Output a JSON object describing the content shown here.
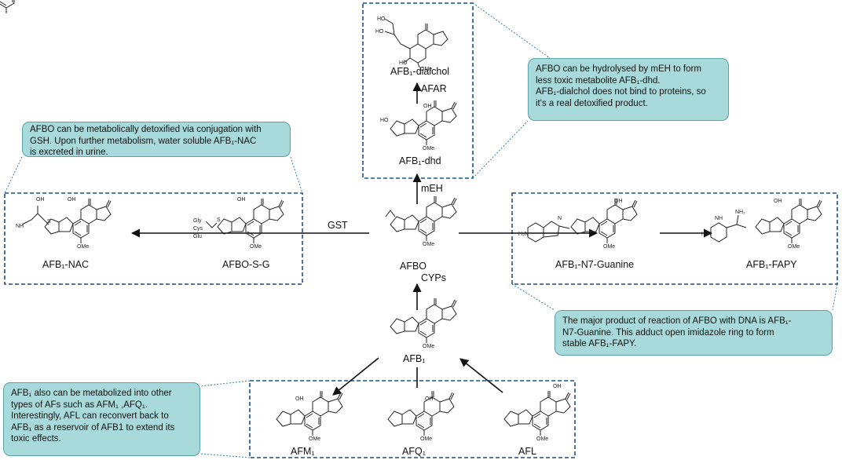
{
  "compounds": {
    "afb1": "AFB₁",
    "afbo": "AFBO",
    "afb1_dhd": "AFB₁-dhd",
    "afb1_dialchol": "AFB₁-dialchol",
    "afbo_s_g": "AFBO-S-G",
    "afb1_nac": "AFB₁-NAC",
    "afb1_n7_guanine": "AFB₁-N7-Guanine",
    "afb1_fapy": "AFB₁-FAPY",
    "afm1": "AFM₁",
    "afq1": "AFQ₁",
    "afl": "AFL"
  },
  "enzymes": {
    "cyps": "CYPs",
    "meh": "mEH",
    "afar": "AFAR",
    "gst": "GST"
  },
  "structure_text": {
    "ome": "OMe",
    "o": "O",
    "oh": "OH",
    "ho": "HO",
    "n": "N",
    "nh": "NH",
    "h2n": "H₂N",
    "nh2": "NH₂",
    "s": "S",
    "gly": "Gly",
    "cys": "Cys",
    "glu": "Glu",
    "h": "H",
    "cooh": "OH"
  },
  "callouts": {
    "gsh_note": [
      "AFBO can be metabolically detoxified via conjugation with",
      "GSH. Upon further metabolism, water soluble AFB₁-NAC",
      "is excreted in urine."
    ],
    "meh_note": [
      "AFBO can be hydrolysed by mEH to form",
      "less toxic metabolite AFB₁-dhd.",
      "AFB₁-dialchol does not bind to proteins, so",
      "it's a real detoxified product."
    ],
    "dna_note": [
      "The major product of reaction of AFBO with DNA is AFB₁-",
      "N7-Guanine. This adduct open imidazole ring to form",
      "stable AFB₁-FAPY."
    ],
    "other_afs_note": [
      "AFB₁ also can be metabolized into other",
      "types of AFs such as AFM₁ ,AFQ₁.",
      "Interestingly, AFL can reconvert back to",
      "AFB₁ as a reservoir of AFB1 to extend its",
      "toxic effects."
    ]
  },
  "colors": {
    "box_border": "#1f4e8c",
    "callout_fill": "#a8dadb",
    "bond": "#222222"
  }
}
